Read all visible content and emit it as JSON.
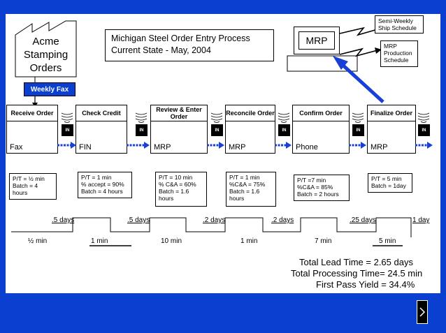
{
  "title": {
    "line1": "Michigan Steel Order Entry Process",
    "line2": "Current State  - May, 2004"
  },
  "customer": {
    "name_lines": [
      "Acme",
      "Stamping",
      "Orders"
    ],
    "fax_label": "Weekly Fax"
  },
  "mrp": {
    "label": "MRP"
  },
  "outputs": {
    "semi_weekly": [
      "Semi-Weekly",
      "Ship Schedule"
    ],
    "production": [
      "MRP",
      "Production",
      "Schedule"
    ]
  },
  "inventory_label": "IN",
  "processes": [
    {
      "name": "Receive Order",
      "system": "Fax",
      "info": [
        "P/T = ½ min",
        "Batch = 4",
        "hours"
      ]
    },
    {
      "name": "Check Credit",
      "system": "FIN",
      "info": [
        "P/T = 1 min",
        "% accept = 90%",
        "Batch = 4 hours"
      ]
    },
    {
      "name": "Review & Enter Order",
      "system": "MRP",
      "info": [
        "P/T = 10 min",
        "% C&A = 60%",
        "Batch = 1.6",
        "hours"
      ]
    },
    {
      "name": "Reconcile Order",
      "system": "MRP",
      "info": [
        "P/T = 1 min",
        "%C&A = 75%",
        "Batch = 1.6",
        "hours"
      ]
    },
    {
      "name": "Confirm Order",
      "system": "Phone",
      "info": [
        "P/T =7 min",
        "%C&A = 85%",
        "Batch = 2 hours"
      ]
    },
    {
      "name": "Finalize Order",
      "system": "MRP",
      "info": [
        "P/T = 5 min",
        "Batch = 1day"
      ]
    }
  ],
  "timeline": {
    "wait": [
      ".5 days",
      ".5 days",
      ".2 days",
      ".2 days",
      ".25 days",
      "1 day"
    ],
    "process": [
      "½ min",
      "1 min",
      "10 min",
      "1 min",
      "7 min",
      "5 min"
    ]
  },
  "summary": {
    "lead_time": "Total Lead Time = 2.65 days",
    "processing_time": "Total Processing Time= 24.5 min",
    "yield": "First Pass Yield = 34.4%"
  },
  "colors": {
    "background": "#0a3fd0",
    "fax_box": "#0a3fd0",
    "push_arrow": "#1a3fd8"
  }
}
